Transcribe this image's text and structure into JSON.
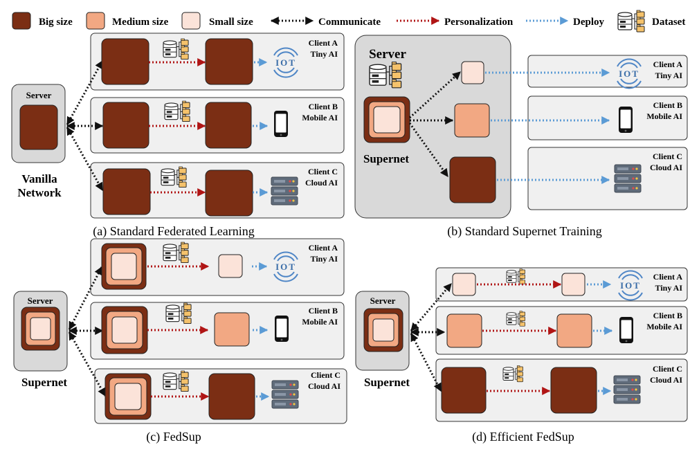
{
  "legend": {
    "big": "Big size",
    "medium": "Medium size",
    "small": "Small size",
    "communicate": "Communicate",
    "personalization": "Personalization",
    "deploy": "Deploy",
    "dataset": "Dataset"
  },
  "colors": {
    "big": "#7b2e14",
    "medium": "#f2a883",
    "small": "#fbe3d9",
    "communicate": "#111111",
    "personalization": "#b01515",
    "deploy": "#5b9bd5",
    "panel": "#f0f0f0",
    "server": "#d9d9d9"
  },
  "clients": {
    "a": {
      "name": "Client A",
      "type": "Tiny AI",
      "device": "iot-icon"
    },
    "b": {
      "name": "Client B",
      "type": "Mobile AI",
      "device": "phone-icon"
    },
    "c": {
      "name": "Client C",
      "type": "Cloud AI",
      "device": "server-rack-icon"
    }
  },
  "panels": {
    "a": {
      "caption": "(a) Standard Federated Learning",
      "server": "Server",
      "model_label": "Vanilla Network"
    },
    "b": {
      "caption": "(b) Standard Supernet Training",
      "server": "Server",
      "model_label": "Supernet"
    },
    "c": {
      "caption": "(c) FedSup",
      "server": "Server",
      "model_label": "Supernet"
    },
    "d": {
      "caption": "(d) Efficient FedSup",
      "server": "Server",
      "model_label": "Supernet"
    }
  },
  "iot_text": "IOT"
}
